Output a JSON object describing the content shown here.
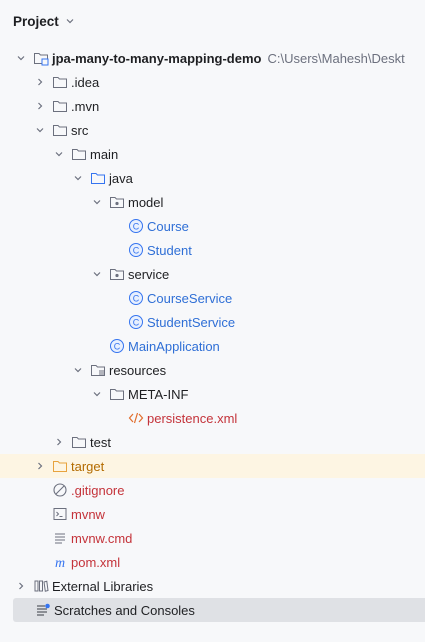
{
  "header": {
    "title": "Project"
  },
  "tree": {
    "root": {
      "label": "jpa-many-to-many-mapping-demo",
      "path": "C:\\Users\\Mahesh\\Deskt"
    },
    "idea": ".idea",
    "mvn": ".mvn",
    "src": "src",
    "main": "main",
    "java": "java",
    "model": "model",
    "course": "Course",
    "student": "Student",
    "service": "service",
    "course_service": "CourseService",
    "student_service": "StudentService",
    "main_application": "MainApplication",
    "resources": "resources",
    "meta_inf": "META-INF",
    "persistence": "persistence.xml",
    "test": "test",
    "target": "target",
    "gitignore": ".gitignore",
    "mvnw": "mvnw",
    "mvnw_cmd": "mvnw.cmd",
    "pom": "pom.xml",
    "external_libraries": "External Libraries",
    "scratches": "Scratches and Consoles"
  },
  "colors": {
    "class_icon": "#3574f0",
    "excluded_folder": "#e8a33d",
    "xml_icon": "#e16d2c",
    "selection": "#dfe1e5",
    "highlight": "#fdf5e3"
  }
}
